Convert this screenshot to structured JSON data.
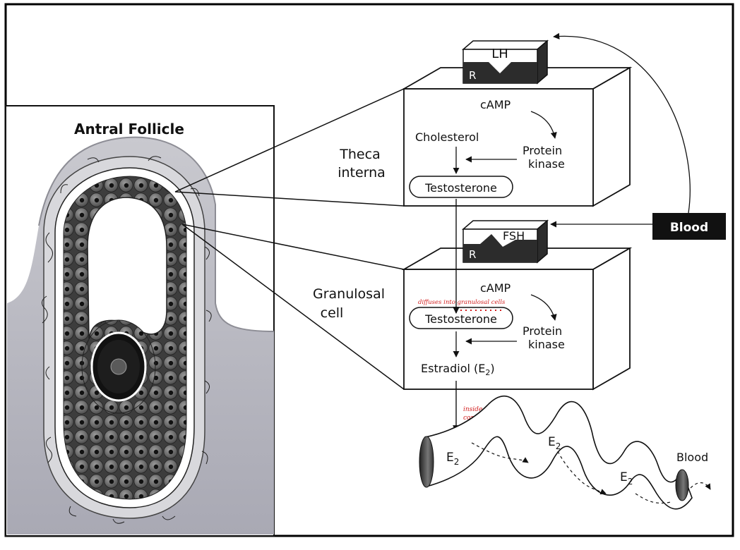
{
  "follicle": {
    "title": "Antral Follicle"
  },
  "theca": {
    "label_line1": "Theca",
    "label_line2": "interna",
    "hormone": "LH",
    "receptor": "R",
    "camp": "cAMP",
    "cholesterol": "Cholesterol",
    "protein": "Protein",
    "kinase": "kinase",
    "product": "Testosterone"
  },
  "granulosa": {
    "label_line1": "Granulosal",
    "label_line2": "cell",
    "hormone": "FSH",
    "receptor": "R",
    "camp": "cAMP",
    "substrate": "Testosterone",
    "protein": "Protein",
    "kinase": "kinase",
    "product_text": "Estradiol (E",
    "product_sub": "2",
    "product_close": ")"
  },
  "blood_box": {
    "label": "Blood"
  },
  "vessel": {
    "e_letter": "E",
    "e_sub": "2",
    "blood_label": "Blood"
  },
  "annotations": {
    "diffuses": "diffuses into granulosal cells",
    "inside_line1": "inside the",
    "inside_line2": "corpulia"
  },
  "colors": {
    "ink": "#111111",
    "receptor_dark": "#2c2c2c",
    "handwriting_red": "#d21f1f",
    "follicle_bg": "#b9b9c2",
    "cell_fill": "#6f6f6f"
  }
}
